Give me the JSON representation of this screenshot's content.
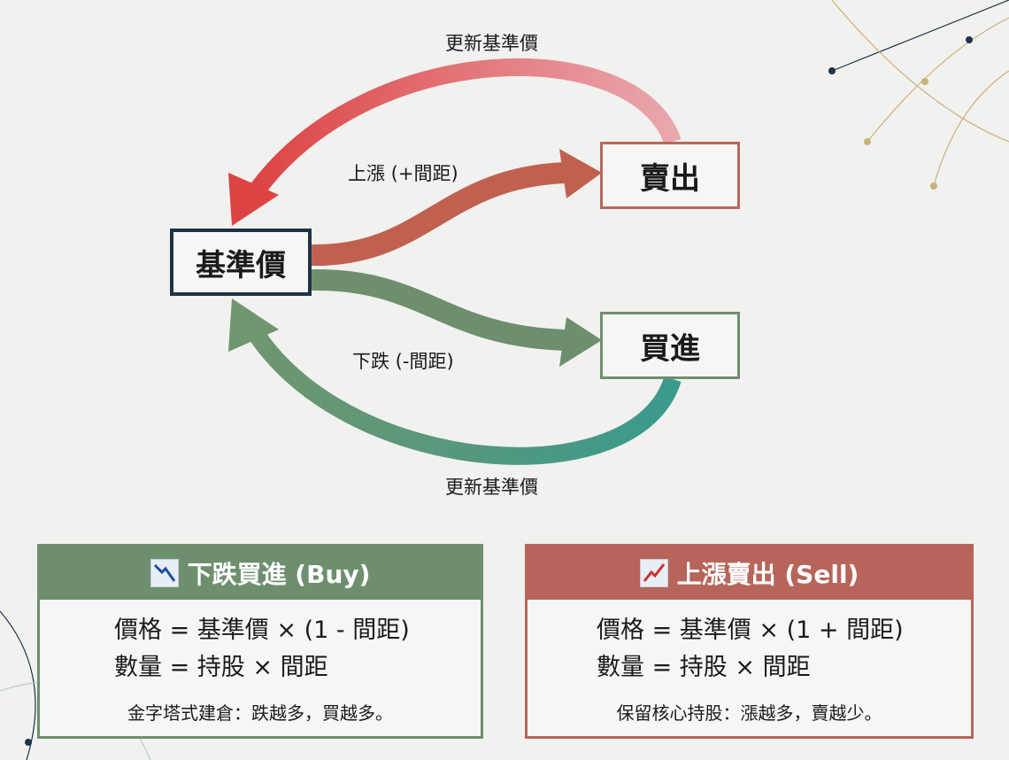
{
  "nodes": {
    "base": "基準價",
    "sell": "賣出",
    "buy": "買進"
  },
  "labels": {
    "top_update": "更新基準價",
    "bottom_update": "更新基準價",
    "up": "上漲 (+間距)",
    "down": "下跌 (-間距)"
  },
  "buy_card": {
    "icon": "chart-decreasing-icon",
    "title": "下跌買進 (Buy)",
    "price": "價格 = 基準價 × (1 - 間距)",
    "qty": "數量 = 持股 × 間距",
    "note": "金字塔式建倉：跌越多，買越多。"
  },
  "sell_card": {
    "icon": "chart-increasing-icon",
    "title": "上漲賣出 (Sell)",
    "price": "價格 = 基準價 × (1 + 間距)",
    "qty": "數量 = 持股 × 間距",
    "note": "保留核心持股：漲越多，賣越少。"
  },
  "colors": {
    "buy": "#6e8f6e",
    "sell": "#b7645a",
    "base_border": "#1f3346"
  }
}
